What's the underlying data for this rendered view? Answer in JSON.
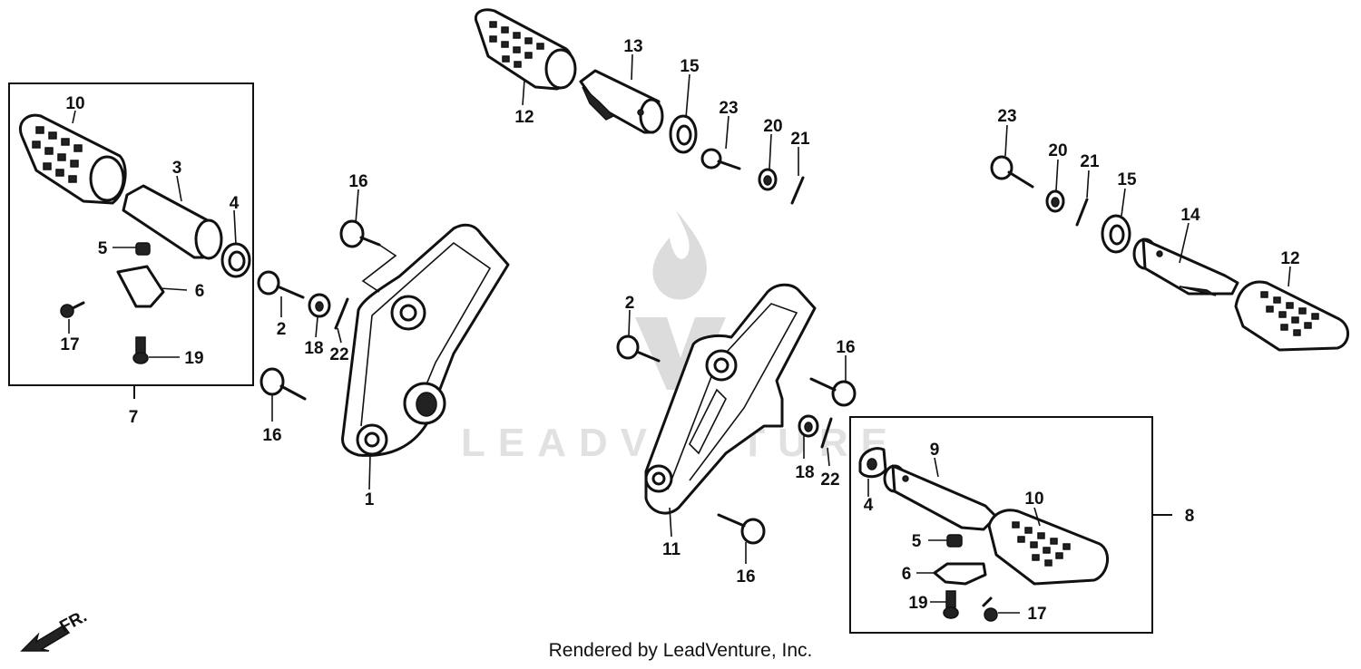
{
  "watermark": {
    "brand": "LEADVENTURE"
  },
  "credit": "Rendered by LeadVenture, Inc.",
  "direction_label": "FR.",
  "callouts": [
    {
      "id": "c10a",
      "text": "10"
    },
    {
      "id": "c3",
      "text": "3"
    },
    {
      "id": "c4a",
      "text": "4"
    },
    {
      "id": "c5a",
      "text": "5"
    },
    {
      "id": "c6a",
      "text": "6"
    },
    {
      "id": "c17a",
      "text": "17"
    },
    {
      "id": "c19a",
      "text": "19"
    },
    {
      "id": "c7",
      "text": "7"
    },
    {
      "id": "c16a",
      "text": "16"
    },
    {
      "id": "c2a",
      "text": "2"
    },
    {
      "id": "c18a",
      "text": "18"
    },
    {
      "id": "c22a",
      "text": "22"
    },
    {
      "id": "c16b",
      "text": "16"
    },
    {
      "id": "c1",
      "text": "1"
    },
    {
      "id": "c12a",
      "text": "12"
    },
    {
      "id": "c13",
      "text": "13"
    },
    {
      "id": "c15a",
      "text": "15"
    },
    {
      "id": "c23a",
      "text": "23"
    },
    {
      "id": "c20a",
      "text": "20"
    },
    {
      "id": "c21a",
      "text": "21"
    },
    {
      "id": "c2b",
      "text": "2"
    },
    {
      "id": "c11",
      "text": "11"
    },
    {
      "id": "c16c",
      "text": "16"
    },
    {
      "id": "c16d",
      "text": "16"
    },
    {
      "id": "c18b",
      "text": "18"
    },
    {
      "id": "c22b",
      "text": "22"
    },
    {
      "id": "c23b",
      "text": "23"
    },
    {
      "id": "c20b",
      "text": "20"
    },
    {
      "id": "c21b",
      "text": "21"
    },
    {
      "id": "c15b",
      "text": "15"
    },
    {
      "id": "c14",
      "text": "14"
    },
    {
      "id": "c12b",
      "text": "12"
    },
    {
      "id": "c9",
      "text": "9"
    },
    {
      "id": "c4b",
      "text": "4"
    },
    {
      "id": "c10b",
      "text": "10"
    },
    {
      "id": "c8",
      "text": "8"
    },
    {
      "id": "c5b",
      "text": "5"
    },
    {
      "id": "c6b",
      "text": "6"
    },
    {
      "id": "c19b",
      "text": "19"
    },
    {
      "id": "c17b",
      "text": "17"
    }
  ]
}
